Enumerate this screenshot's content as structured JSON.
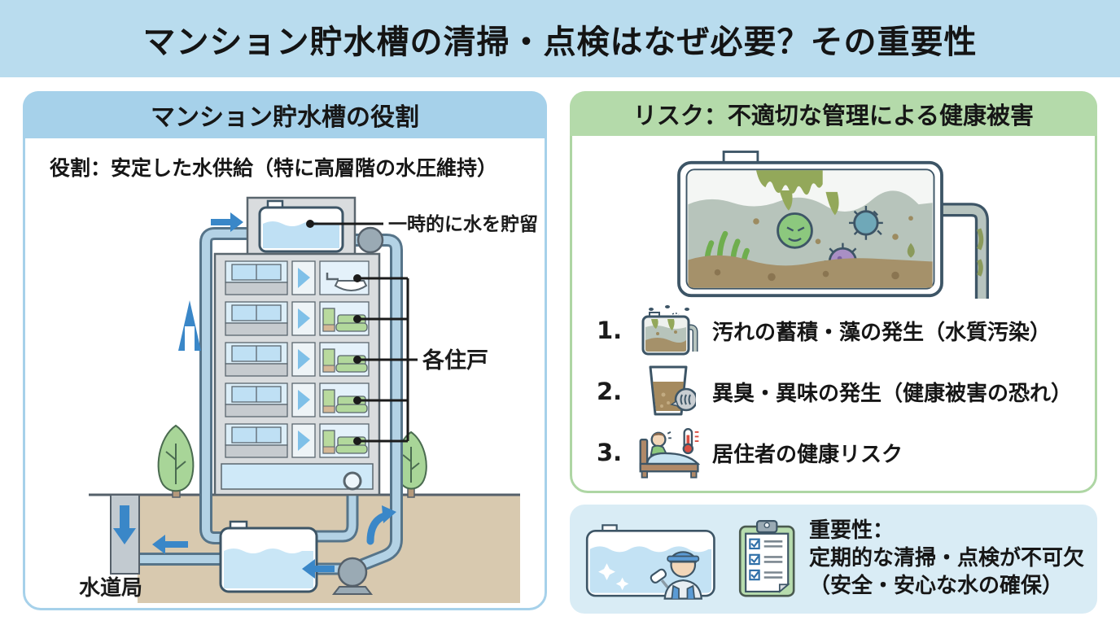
{
  "title": "マンション貯水槽の清掃・点検はなぜ必要？その重要性",
  "left_panel": {
    "header": "マンション貯水槽の役割",
    "subtitle": "役割：安定した水供給（特に高層階の水圧維持）",
    "labels": {
      "rooftop_tank": "一時的に水を貯留",
      "dwelling_units": "各住戸",
      "water_bureau": "水道局"
    }
  },
  "risk_panel": {
    "header": "リスク：不適切な管理による健康被害",
    "items": [
      {
        "num": "1.",
        "icon": "dirty-tank-icon",
        "text": "汚れの蓄積・藻の発生（水質汚染）"
      },
      {
        "num": "2.",
        "icon": "contaminated-glass-icon",
        "text": "異臭・異味の発生（健康被害の恐れ）"
      },
      {
        "num": "3.",
        "icon": "sick-resident-icon",
        "text": "居住者の健康リスク"
      }
    ]
  },
  "importance_panel": {
    "line1": "重要性：",
    "line2": "定期的な清掃・点検が不可欠",
    "line3": "（安全・安心な水の確保）"
  },
  "colors": {
    "banner_bg": "#b9dcee",
    "left_accent": "#a6d1ea",
    "right_accent": "#b4daaa",
    "importance_bg": "#d9ecf5",
    "arrow_blue": "#3a87c8",
    "pipe_fill": "#b3d2e5",
    "ground_tan": "#d8c9af"
  }
}
